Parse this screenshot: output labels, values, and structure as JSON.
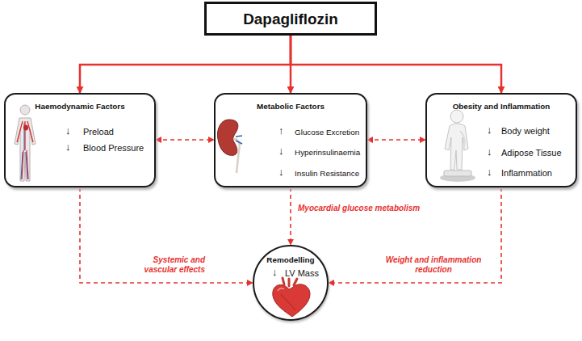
{
  "diagram": {
    "nodes": [
      {
        "text": [
          "Dapagliflozin"
        ]
      },
      {
        "text": [
          "Haemodynamic Factors",
          "↓",
          "Preload",
          "↓",
          "Blood Pressure"
        ]
      },
      {
        "text": [
          "Metabolic Factors",
          "↑",
          "Glucose Excretion",
          "↓",
          "Hyperinsulinaemia",
          "↓",
          "Insulin Resistance"
        ]
      },
      {
        "text": [
          "Obesity and Inflammation",
          "↓",
          "Body weight",
          "↓",
          "Adipose Tissue",
          "↓",
          "Inflammation"
        ]
      },
      {
        "text": [
          "Remodelling",
          "↓",
          "LV Mass"
        ]
      }
    ],
    "edges": [
      {
        "from": 0,
        "to": 1,
        "arrow": "to"
      },
      {
        "from": 0,
        "to": 2,
        "arrow": "to"
      },
      {
        "from": 0,
        "to": 3,
        "arrow": "to"
      },
      {
        "from": 1,
        "to": 2,
        "arrow": "both"
      },
      {
        "from": 2,
        "to": 3,
        "arrow": "both"
      },
      {
        "from": 1,
        "to": 4,
        "label": "Systemic and vascular effects",
        "arrow": "to"
      },
      {
        "from": 2,
        "to": 4,
        "label": "Myocardial glucose metabolism",
        "arrow": "to"
      },
      {
        "from": 3,
        "to": 4,
        "label": "Weight and inflammation reduction",
        "arrow": "to"
      }
    ]
  }
}
